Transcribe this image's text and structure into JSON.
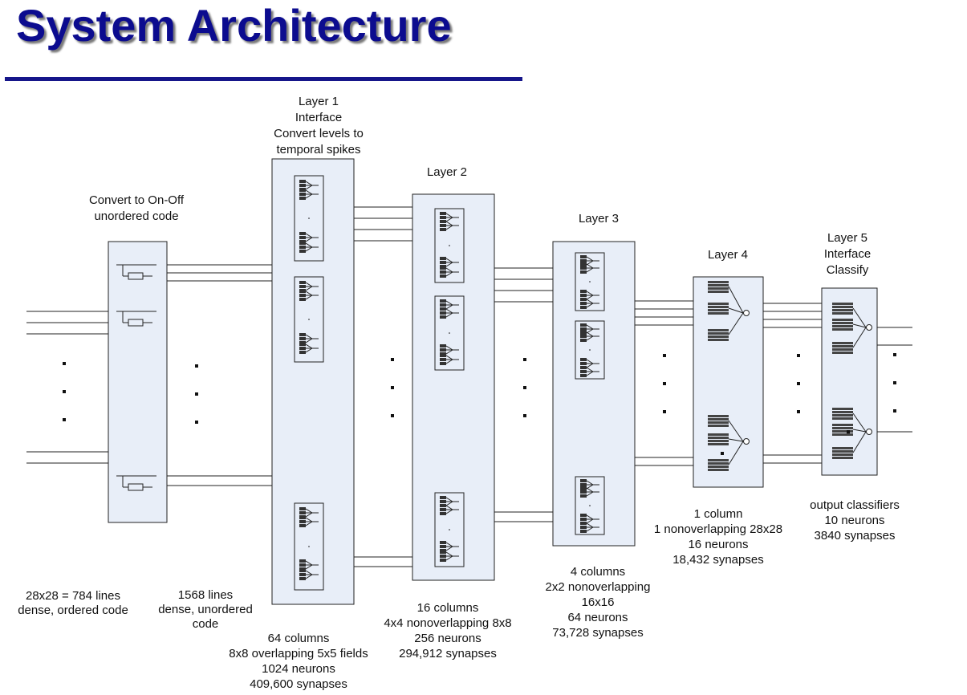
{
  "title": "System Architecture",
  "labels": {
    "convert": [
      "Convert to On-Off",
      "unordered code"
    ],
    "layer1": [
      "Layer 1",
      "Interface",
      "Convert levels to",
      "temporal spikes"
    ],
    "layer2": [
      "Layer 2"
    ],
    "layer3": [
      "Layer 3"
    ],
    "layer4": [
      "Layer 4"
    ],
    "layer5": [
      "Layer 5",
      "Interface",
      "Classify"
    ],
    "input_lines": [
      "28x28 = 784 lines",
      "dense, ordered code"
    ],
    "mid_lines": [
      "1568 lines",
      "dense, unordered",
      "code"
    ],
    "layer1_stats": [
      "64 columns",
      "8x8 overlapping 5x5 fields",
      "1024 neurons",
      "409,600 synapses"
    ],
    "layer2_stats": [
      "16 columns",
      "4x4 nonoverlapping 8x8",
      "256 neurons",
      "294,912 synapses"
    ],
    "layer3_stats": [
      "4 columns",
      "2x2 nonoverlapping",
      "16x16",
      "64 neurons",
      "73,728 synapses"
    ],
    "layer4_stats": [
      "1 column",
      "1 nonoverlapping 28x28",
      "16 neurons",
      "18,432 synapses"
    ],
    "layer5_stats": [
      "output classifiers",
      "10 neurons",
      "3840 synapses"
    ]
  },
  "colors": {
    "title": "#0c0c8f",
    "rule": "#16168a",
    "box_fill": "#e8eef8"
  }
}
